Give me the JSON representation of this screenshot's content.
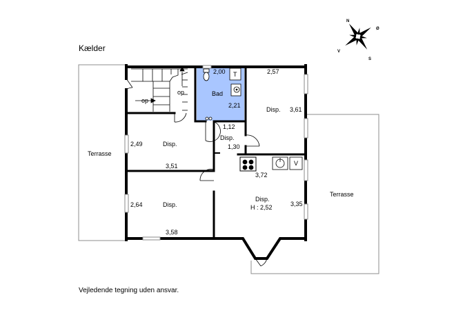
{
  "title": "Kælder",
  "caption": "Vejledende tegning uden ansvar.",
  "compass": {
    "north": "N",
    "east": "Ø",
    "south": "S",
    "west": "V"
  },
  "colors": {
    "wall": "#000000",
    "bathroom": "#a9c6ff",
    "terrace_line": "#8c8c8c",
    "window": "#a8a8a8"
  },
  "rooms": {
    "terrace_west": {
      "label": "Terrasse"
    },
    "terrace_east": {
      "label": "Terrasse"
    },
    "stairs": {
      "label_1": "op",
      "label_2": "op"
    },
    "bathroom": {
      "label": "Bad",
      "width": "2,00",
      "depth": "2,21",
      "fixture": "T"
    },
    "disp_ne": {
      "label": "Disp.",
      "width": "2,57",
      "depth": "3,61"
    },
    "hall": {
      "label": "Disp.",
      "width": "1,12",
      "depth": "1,30"
    },
    "disp_w1": {
      "label": "Disp.",
      "depth": "2,49",
      "width": "3,51"
    },
    "disp_w2": {
      "label": "Disp.",
      "depth": "2,64",
      "width": "3,58"
    },
    "disp_se": {
      "label": "Disp.",
      "height": "H : 2,52",
      "width": "3,72",
      "depth": "3,35",
      "fixture": "V"
    }
  }
}
